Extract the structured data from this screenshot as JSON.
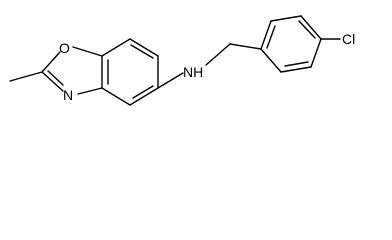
{
  "atoms": {
    "oxygen": "O",
    "ring_nitrogen": "N",
    "amine": "NH",
    "chlorine": "Cl"
  },
  "colors": {
    "bond": "#000000",
    "label": "#000000",
    "background": "#ffffff"
  }
}
